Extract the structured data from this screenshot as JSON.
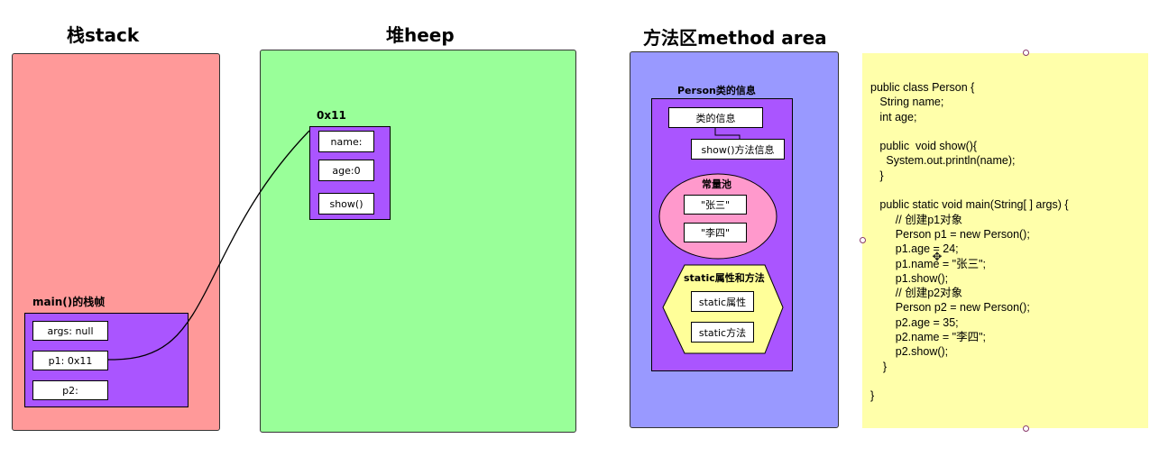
{
  "colors": {
    "stack_bg": "#ff9999",
    "heap_bg": "#99ff99",
    "method_bg": "#9999ff",
    "frame_bg": "#aa55ff",
    "pool_bg": "#ff99cc",
    "static_bg": "#ffff99",
    "note_bg": "#ffffaa"
  },
  "stack": {
    "title": "栈stack",
    "frame_label": "main()的栈帧",
    "vars": [
      "args: null",
      "p1:  0x11",
      "p2:"
    ]
  },
  "heap": {
    "title": "堆heep",
    "object_label": "0x11",
    "fields": [
      "name:",
      "age:0",
      "show()"
    ]
  },
  "method_area": {
    "title": "方法区method area",
    "class_label": "Person类的信息",
    "class_info": "类的信息",
    "method_info": "show()方法信息",
    "constant_pool": {
      "label": "常量池",
      "items": [
        "\"张三\"",
        "\"李四\""
      ]
    },
    "statics": {
      "label": "static属性和方法",
      "items": [
        "static属性",
        "static方法"
      ]
    }
  },
  "code": {
    "lines": [
      "public class Person {",
      "   String name;",
      "   int age;",
      "",
      "   public  void show(){",
      "     System.out.println(name);",
      "   }",
      "",
      "   public static void main(String[ ] args) {",
      "        // 创建p1对象",
      "        Person p1 = new Person();",
      "        p1.age = 24;",
      "        p1.name = \"张三\";",
      "        p1.show();",
      "        // 创建p2对象",
      "        Person p2 = new Person();",
      "        p2.age = 35;",
      "        p2.name = \"李四\";",
      "        p2.show();",
      "    }",
      "",
      "}"
    ]
  }
}
